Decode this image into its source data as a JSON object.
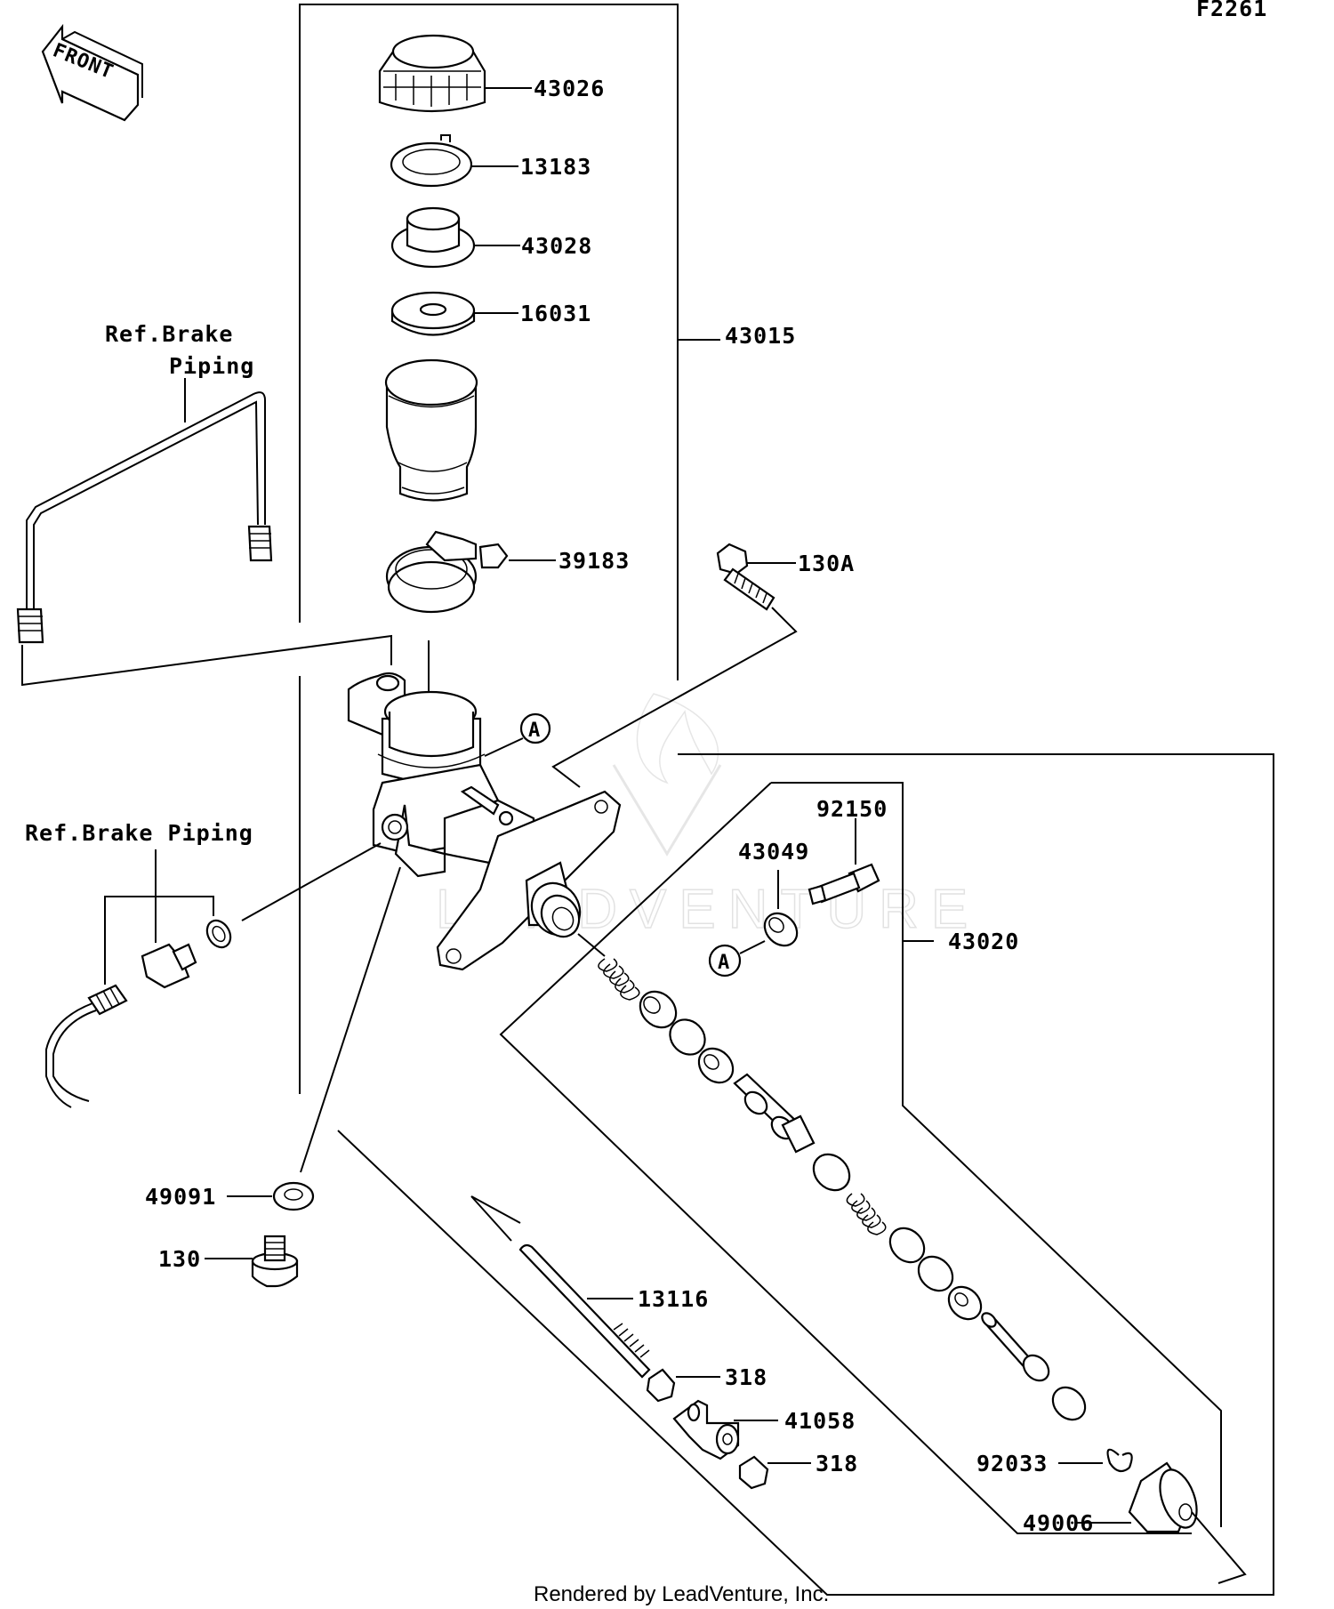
{
  "diagram_code": "F2261",
  "front_arrow_label": "FRONT",
  "ref_brake_piping_top": [
    "Ref.Brake",
    "Piping"
  ],
  "ref_brake_piping_left": "Ref.Brake Piping",
  "watermark": "LEADVENTURE",
  "footer": "Rendered by LeadVenture, Inc.",
  "callout_a": "A",
  "parts": {
    "cap": "43026",
    "plate": "13183",
    "diaphragm": "43028",
    "washer_16031": "16031",
    "assembly_43015": "43015",
    "clamp": "39183",
    "bolt_130a": "130A",
    "bolt_92150": "92150",
    "washer_43049": "43049",
    "piston_kit_43020": "43020",
    "gasket_49091": "49091",
    "bolt_130": "130",
    "push_rod": "13116",
    "nut_318_upper": "318",
    "clevis": "41058",
    "nut_318_lower": "318",
    "circlip": "92033",
    "boot": "49006"
  }
}
